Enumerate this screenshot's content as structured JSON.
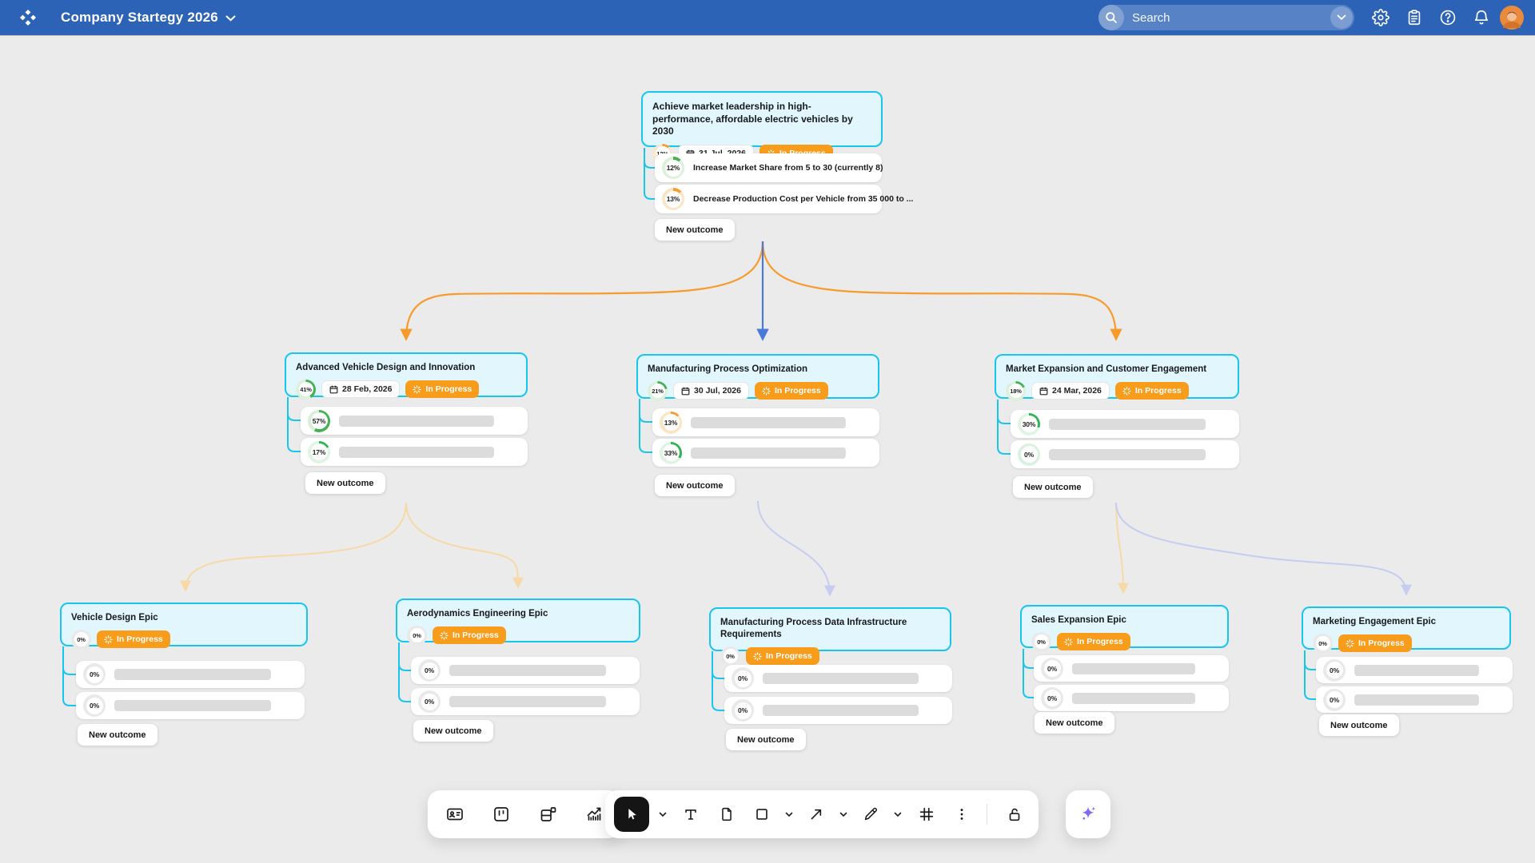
{
  "labels": {
    "new_outcome": "New outcome",
    "in_progress": "In Progress"
  },
  "header": {
    "title": "Company Startegy 2026",
    "search_placeholder": "Search"
  },
  "colors": {
    "header_blue": "#2D63B7",
    "accent_cyan": "#18C5EF",
    "status_orange": "#F79C1B",
    "connector_orange": "#F79B2D",
    "connector_blue": "#4A79DC",
    "connector_pale_orange": "#F7D8A7",
    "connector_pale_purple": "#C7CCF1"
  },
  "tree": {
    "objective": {
      "title": "Achieve market leadership in high-performance, affordable electric vehicles by 2030",
      "due_date": "31 Jul, 2026",
      "progress": {
        "value": "12%",
        "pct": 12,
        "color": "#F59E2B",
        "track": "#F8E8CE"
      },
      "children": [
        {
          "title": "Increase Market Share from 5 to 30 (currently 8)",
          "progress": {
            "value": "12%",
            "pct": 12,
            "color": "#45B054",
            "track": "#DCF0DC"
          }
        },
        {
          "title": "Decrease Production Cost per Vehicle from 35 000 to ...",
          "progress": {
            "value": "13%",
            "pct": 13,
            "color": "#F59E2B",
            "track": "#FBE5C4"
          }
        }
      ]
    },
    "level2": [
      {
        "title": "Advanced Vehicle Design and Innovation",
        "due_date": "28 Feb, 2026",
        "progress": {
          "value": "41%",
          "pct": 41,
          "color": "#45B054",
          "track": "#DCF0DC"
        },
        "rows": [
          {
            "progress": {
              "value": "57%",
              "pct": 57,
              "color": "#45B054",
              "track": "#D7EED7"
            }
          },
          {
            "progress": {
              "value": "17%",
              "pct": 17,
              "color": "#2FB457",
              "track": "#DFF4E3"
            }
          }
        ]
      },
      {
        "title": "Manufacturing Process Optimization",
        "due_date": "30 Jul, 2026",
        "progress": {
          "value": "21%",
          "pct": 21,
          "color": "#45B054",
          "track": "#DCF0DC"
        },
        "rows": [
          {
            "progress": {
              "value": "13%",
              "pct": 13,
              "color": "#F59E2B",
              "track": "#FBE5C4"
            }
          },
          {
            "progress": {
              "value": "33%",
              "pct": 33,
              "color": "#2FB457",
              "track": "#DFF4E3"
            }
          }
        ]
      },
      {
        "title": "Market Expansion and Customer Engagement",
        "due_date": "24 Mar, 2026",
        "progress": {
          "value": "18%",
          "pct": 18,
          "color": "#45B054",
          "track": "#DCF0DC"
        },
        "rows": [
          {
            "progress": {
              "value": "30%",
              "pct": 30,
              "color": "#2FB457",
              "track": "#DFF4E3"
            }
          },
          {
            "progress": {
              "value": "0%",
              "pct": 0,
              "color": "#2FB457",
              "track": "#D9F1E1"
            }
          }
        ]
      }
    ],
    "epics": [
      {
        "title": "Vehicle Design Epic",
        "progress": {
          "value": "0%",
          "pct": 0,
          "color": "#BDBDBD",
          "track": "#E9E9E9"
        },
        "rows": [
          {
            "progress": {
              "value": "0%",
              "pct": 0,
              "color": "#BDBDBD",
              "track": "#E9E9E9"
            }
          },
          {
            "progress": {
              "value": "0%",
              "pct": 0,
              "color": "#BDBDBD",
              "track": "#E9E9E9"
            }
          }
        ]
      },
      {
        "title": "Aerodynamics Engineering Epic",
        "progress": {
          "value": "0%",
          "pct": 0,
          "color": "#BDBDBD",
          "track": "#E9E9E9"
        },
        "rows": [
          {
            "progress": {
              "value": "0%",
              "pct": 0,
              "color": "#BDBDBD",
              "track": "#E9E9E9"
            }
          },
          {
            "progress": {
              "value": "0%",
              "pct": 0,
              "color": "#BDBDBD",
              "track": "#E9E9E9"
            }
          }
        ]
      },
      {
        "title": "Manufacturing Process Data Infrastructure Requirements",
        "progress": {
          "value": "0%",
          "pct": 0,
          "color": "#BDBDBD",
          "track": "#E9E9E9"
        },
        "rows": [
          {
            "progress": {
              "value": "0%",
              "pct": 0,
              "color": "#BDBDBD",
              "track": "#E9E9E9"
            }
          },
          {
            "progress": {
              "value": "0%",
              "pct": 0,
              "color": "#BDBDBD",
              "track": "#E9E9E9"
            }
          }
        ]
      },
      {
        "title": "Sales Expansion Epic",
        "progress": {
          "value": "0%",
          "pct": 0,
          "color": "#BDBDBD",
          "track": "#E9E9E9"
        },
        "rows": [
          {
            "progress": {
              "value": "0%",
              "pct": 0,
              "color": "#BDBDBD",
              "track": "#E9E9E9"
            }
          },
          {
            "progress": {
              "value": "0%",
              "pct": 0,
              "color": "#BDBDBD",
              "track": "#E9E9E9"
            }
          }
        ]
      },
      {
        "title": "Marketing Engagement Epic",
        "progress": {
          "value": "0%",
          "pct": 0,
          "color": "#BDBDBD",
          "track": "#E9E9E9"
        },
        "rows": [
          {
            "progress": {
              "value": "0%",
              "pct": 0,
              "color": "#BDBDBD",
              "track": "#E9E9E9"
            }
          },
          {
            "progress": {
              "value": "0%",
              "pct": 0,
              "color": "#BDBDBD",
              "track": "#E9E9E9"
            }
          }
        ]
      }
    ]
  }
}
